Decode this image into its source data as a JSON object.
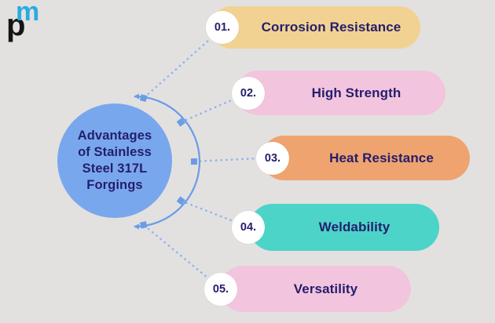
{
  "colors": {
    "background": "#e2e1df",
    "hub": "#79a7ed",
    "connector": "#6b9ce8",
    "dotted": "#8fb3ef",
    "navy": "#241e6b",
    "badge": "#ffffff",
    "logo_blue": "#29abe2",
    "logo_black": "#141414",
    "pill_yellow": "#f1d292",
    "pill_pink": "#f3c4de",
    "pill_orange": "#efa36f",
    "pill_teal": "#4cd4c9"
  },
  "logo": {
    "p": "p",
    "m": "m"
  },
  "center": {
    "title": "Advantages\nof Stainless\nSteel 317L\nForgings"
  },
  "items": [
    {
      "number": "01.",
      "label": "Corrosion Resistance",
      "color": "#f1d292"
    },
    {
      "number": "02.",
      "label": "High Strength",
      "color": "#f3c4de"
    },
    {
      "number": "03.",
      "label": "Heat Resistance",
      "color": "#efa36f"
    },
    {
      "number": "04.",
      "label": "Weldability",
      "color": "#4cd4c9"
    },
    {
      "number": "05.",
      "label": "Versatility",
      "color": "#f3c4de"
    }
  ]
}
